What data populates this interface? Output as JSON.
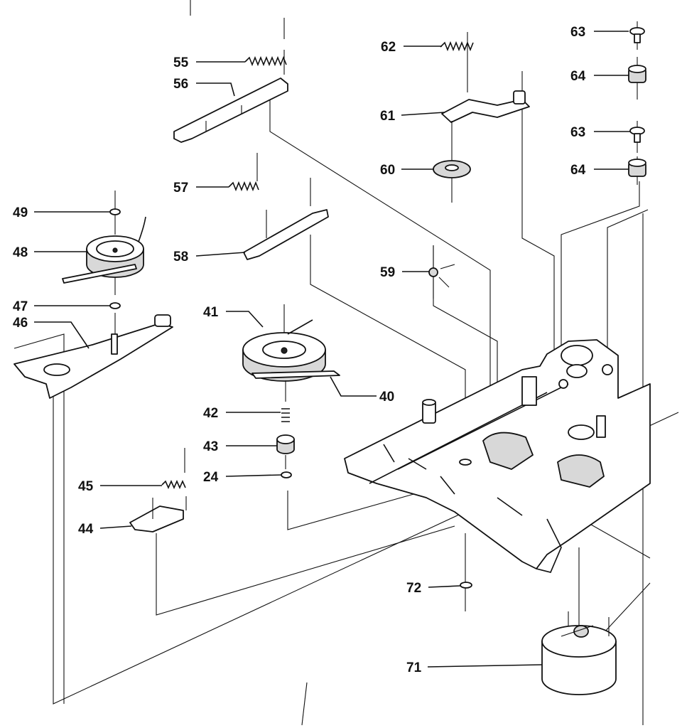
{
  "parts": {
    "p63a": "63",
    "p64a": "64",
    "p63b": "63",
    "p64b": "64",
    "p62": "62",
    "p61": "61",
    "p60": "60",
    "p59": "59",
    "p55": "55",
    "p56": "56",
    "p57": "57",
    "p58": "58",
    "p49": "49",
    "p48": "48",
    "p47": "47",
    "p46": "46",
    "p41": "41",
    "p40": "40",
    "p42": "42",
    "p43": "43",
    "p24": "24",
    "p45": "45",
    "p44": "44",
    "p72": "72",
    "p71": "71"
  },
  "colors": {
    "ink": "#111111",
    "paper": "#ffffff",
    "shade": "#d8d8d8"
  }
}
